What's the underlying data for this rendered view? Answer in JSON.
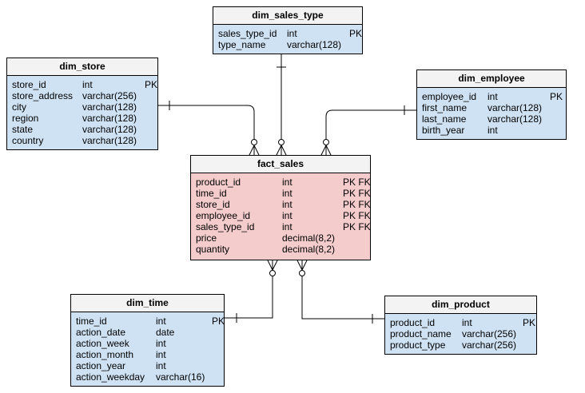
{
  "tables": {
    "dim_sales_type": {
      "name": "dim_sales_type",
      "rows": [
        {
          "field": "sales_type_id",
          "type": "int",
          "key": "PK"
        },
        {
          "field": "type_name",
          "type": "varchar(128)",
          "key": ""
        }
      ]
    },
    "dim_store": {
      "name": "dim_store",
      "rows": [
        {
          "field": "store_id",
          "type": "int",
          "key": "PK"
        },
        {
          "field": "store_address",
          "type": "varchar(256)",
          "key": ""
        },
        {
          "field": "city",
          "type": "varchar(128)",
          "key": ""
        },
        {
          "field": "region",
          "type": "varchar(128)",
          "key": ""
        },
        {
          "field": "state",
          "type": "varchar(128)",
          "key": ""
        },
        {
          "field": "country",
          "type": "varchar(128)",
          "key": ""
        }
      ]
    },
    "dim_employee": {
      "name": "dim_employee",
      "rows": [
        {
          "field": "employee_id",
          "type": "int",
          "key": "PK"
        },
        {
          "field": "first_name",
          "type": "varchar(128)",
          "key": ""
        },
        {
          "field": "last_name",
          "type": "varchar(128)",
          "key": ""
        },
        {
          "field": "birth_year",
          "type": "int",
          "key": ""
        }
      ]
    },
    "fact_sales": {
      "name": "fact_sales",
      "rows": [
        {
          "field": "product_id",
          "type": "int",
          "key": "PK FK"
        },
        {
          "field": "time_id",
          "type": "int",
          "key": "PK FK"
        },
        {
          "field": "store_id",
          "type": "int",
          "key": "PK FK"
        },
        {
          "field": "employee_id",
          "type": "int",
          "key": "PK FK"
        },
        {
          "field": "sales_type_id",
          "type": "int",
          "key": "PK FK"
        },
        {
          "field": "price",
          "type": "decimal(8,2)",
          "key": ""
        },
        {
          "field": "quantity",
          "type": "decimal(8,2)",
          "key": ""
        }
      ]
    },
    "dim_time": {
      "name": "dim_time",
      "rows": [
        {
          "field": "time_id",
          "type": "int",
          "key": "PK"
        },
        {
          "field": "action_date",
          "type": "date",
          "key": ""
        },
        {
          "field": "action_week",
          "type": "int",
          "key": ""
        },
        {
          "field": "action_month",
          "type": "int",
          "key": ""
        },
        {
          "field": "action_year",
          "type": "int",
          "key": ""
        },
        {
          "field": "action_weekday",
          "type": "varchar(16)",
          "key": ""
        }
      ]
    },
    "dim_product": {
      "name": "dim_product",
      "rows": [
        {
          "field": "product_id",
          "type": "int",
          "key": "PK"
        },
        {
          "field": "product_name",
          "type": "varchar(256)",
          "key": ""
        },
        {
          "field": "product_type",
          "type": "varchar(256)",
          "key": ""
        }
      ]
    }
  },
  "relationships": [
    {
      "from": "dim_sales_type",
      "to": "fact_sales",
      "cardinality": "one-to-many"
    },
    {
      "from": "dim_store",
      "to": "fact_sales",
      "cardinality": "one-to-many"
    },
    {
      "from": "dim_employee",
      "to": "fact_sales",
      "cardinality": "one-to-many"
    },
    {
      "from": "dim_time",
      "to": "fact_sales",
      "cardinality": "one-to-many"
    },
    {
      "from": "dim_product",
      "to": "fact_sales",
      "cardinality": "one-to-many"
    }
  ],
  "colors": {
    "dimension_fill": "#cfe2f3",
    "fact_fill": "#f4cccc",
    "header_fill": "#f3f3f3",
    "line": "#000000"
  }
}
